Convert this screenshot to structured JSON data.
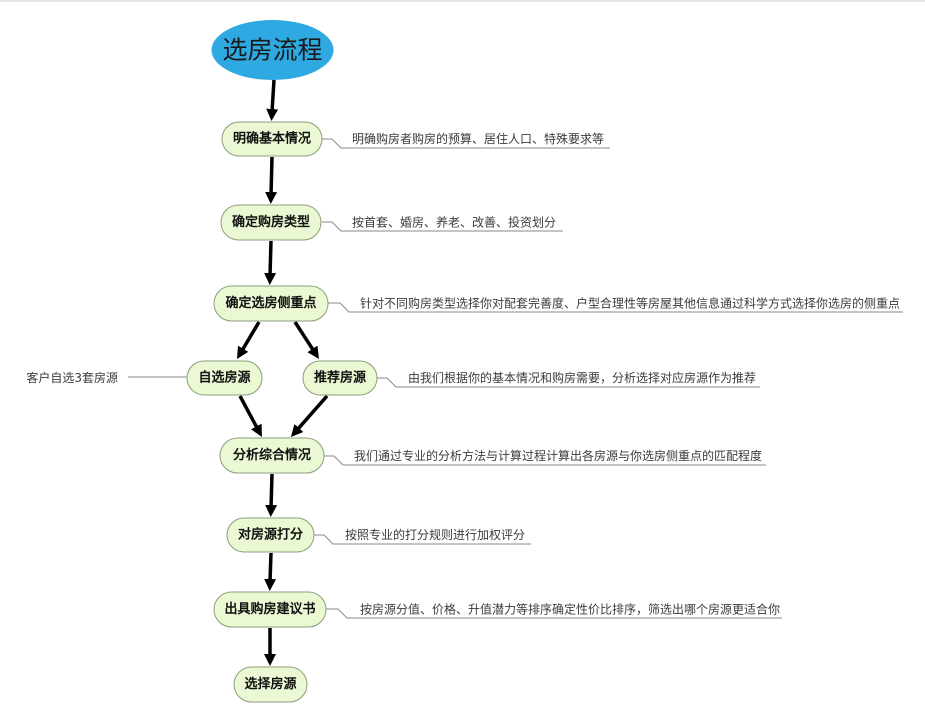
{
  "title": "选房流程",
  "nodes": [
    {
      "label": "明确基本情况",
      "note": "明确购房者购房的预算、居住人口、特殊要求等"
    },
    {
      "label": "确定购房类型",
      "note": "按首套、婚房、养老、改善、投资划分"
    },
    {
      "label": "确定选房侧重点",
      "note": "针对不同购房类型选择你对配套完善度、户型合理性等房屋其他信息通过科学方式选择你选房的侧重点"
    },
    {
      "label": "自选房源",
      "note": "客户自选3套房源"
    },
    {
      "label": "推荐房源",
      "note": "由我们根据你的基本情况和购房需要，分析选择对应房源作为推荐"
    },
    {
      "label": "分析综合情况",
      "note": "我们通过专业的分析方法与计算过程计算出各房源与你选房侧重点的匹配程度"
    },
    {
      "label": "对房源打分",
      "note": "按照专业的打分规则进行加权评分"
    },
    {
      "label": "出具购房建议书",
      "note": "按房源分值、价格、升值潜力等排序确定性价比排序，筛选出哪个房源更适合你"
    },
    {
      "label": "选择房源"
    }
  ],
  "colors": {
    "title_fill": "#2EA9E1",
    "node_fill": "#EAF9D3",
    "node_border": "#8D9D7B",
    "arrow": "#000000",
    "note_line": "#8A8A8A",
    "note_text": "#3B3B3B"
  }
}
